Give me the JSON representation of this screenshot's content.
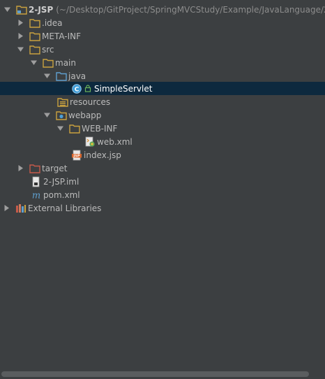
{
  "tree": {
    "root": {
      "label": "2-JSP",
      "path": "(~/Desktop/GitProject/SpringMVCStudy/Example/JavaLanguage/2-"
    },
    "items": [
      {
        "label": ".idea"
      },
      {
        "label": "META-INF"
      },
      {
        "label": "src"
      },
      {
        "label": "main"
      },
      {
        "label": "java"
      },
      {
        "label": "SimpleServlet"
      },
      {
        "label": "resources"
      },
      {
        "label": "webapp"
      },
      {
        "label": "WEB-INF"
      },
      {
        "label": "web.xml"
      },
      {
        "label": "index.jsp"
      },
      {
        "label": "target"
      },
      {
        "label": "2-JSP.iml"
      },
      {
        "label": "pom.xml"
      },
      {
        "label": "External Libraries"
      }
    ]
  },
  "icons": {
    "folder_color": "#c9a13f",
    "source_folder_color": "#5f9fcf",
    "excluded_folder_color": "#c65a4a",
    "selected_bg": "#0d293e"
  }
}
